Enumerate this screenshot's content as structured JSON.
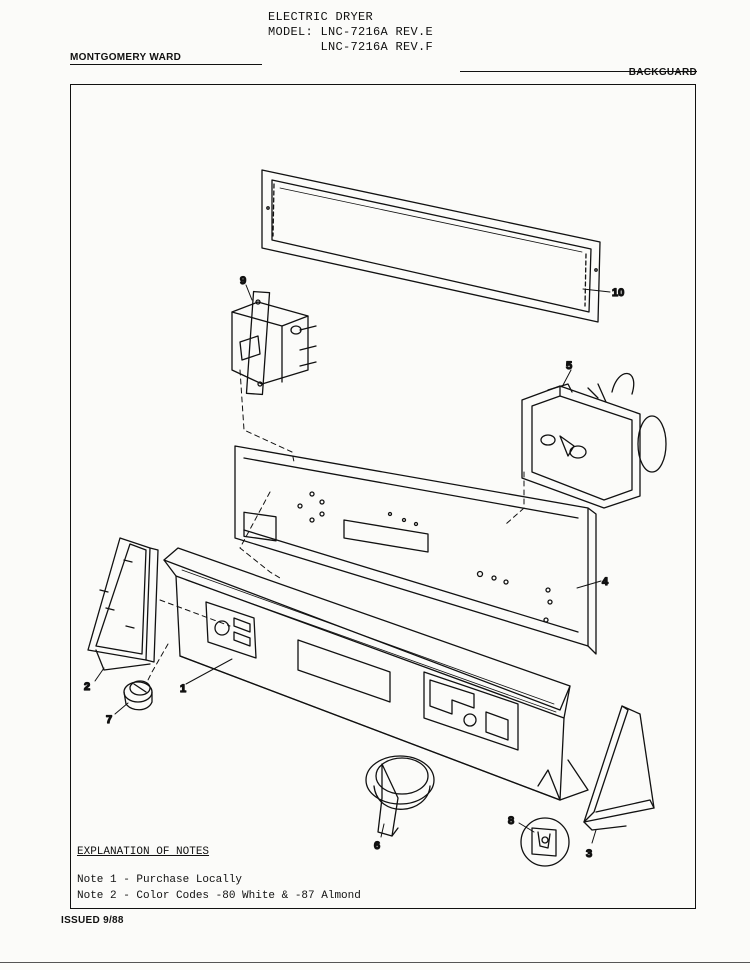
{
  "header": {
    "title_lines": [
      "ELECTRIC DRYER",
      "MODEL: LNC-7216A REV.E",
      "       LNC-7216A REV.F"
    ],
    "brand": "MONTGOMERY WARD",
    "section": "BACKGUARD"
  },
  "callouts": [
    "1",
    "2",
    "3",
    "4",
    "5",
    "6",
    "7",
    "8",
    "9",
    "10"
  ],
  "notes": {
    "heading": "EXPLANATION OF NOTES",
    "lines": [
      "Note 1 - Purchase Locally",
      "Note 2 - Color Codes -80 White & -87 Almond"
    ]
  },
  "footer": {
    "issued": "ISSUED 9/88"
  }
}
